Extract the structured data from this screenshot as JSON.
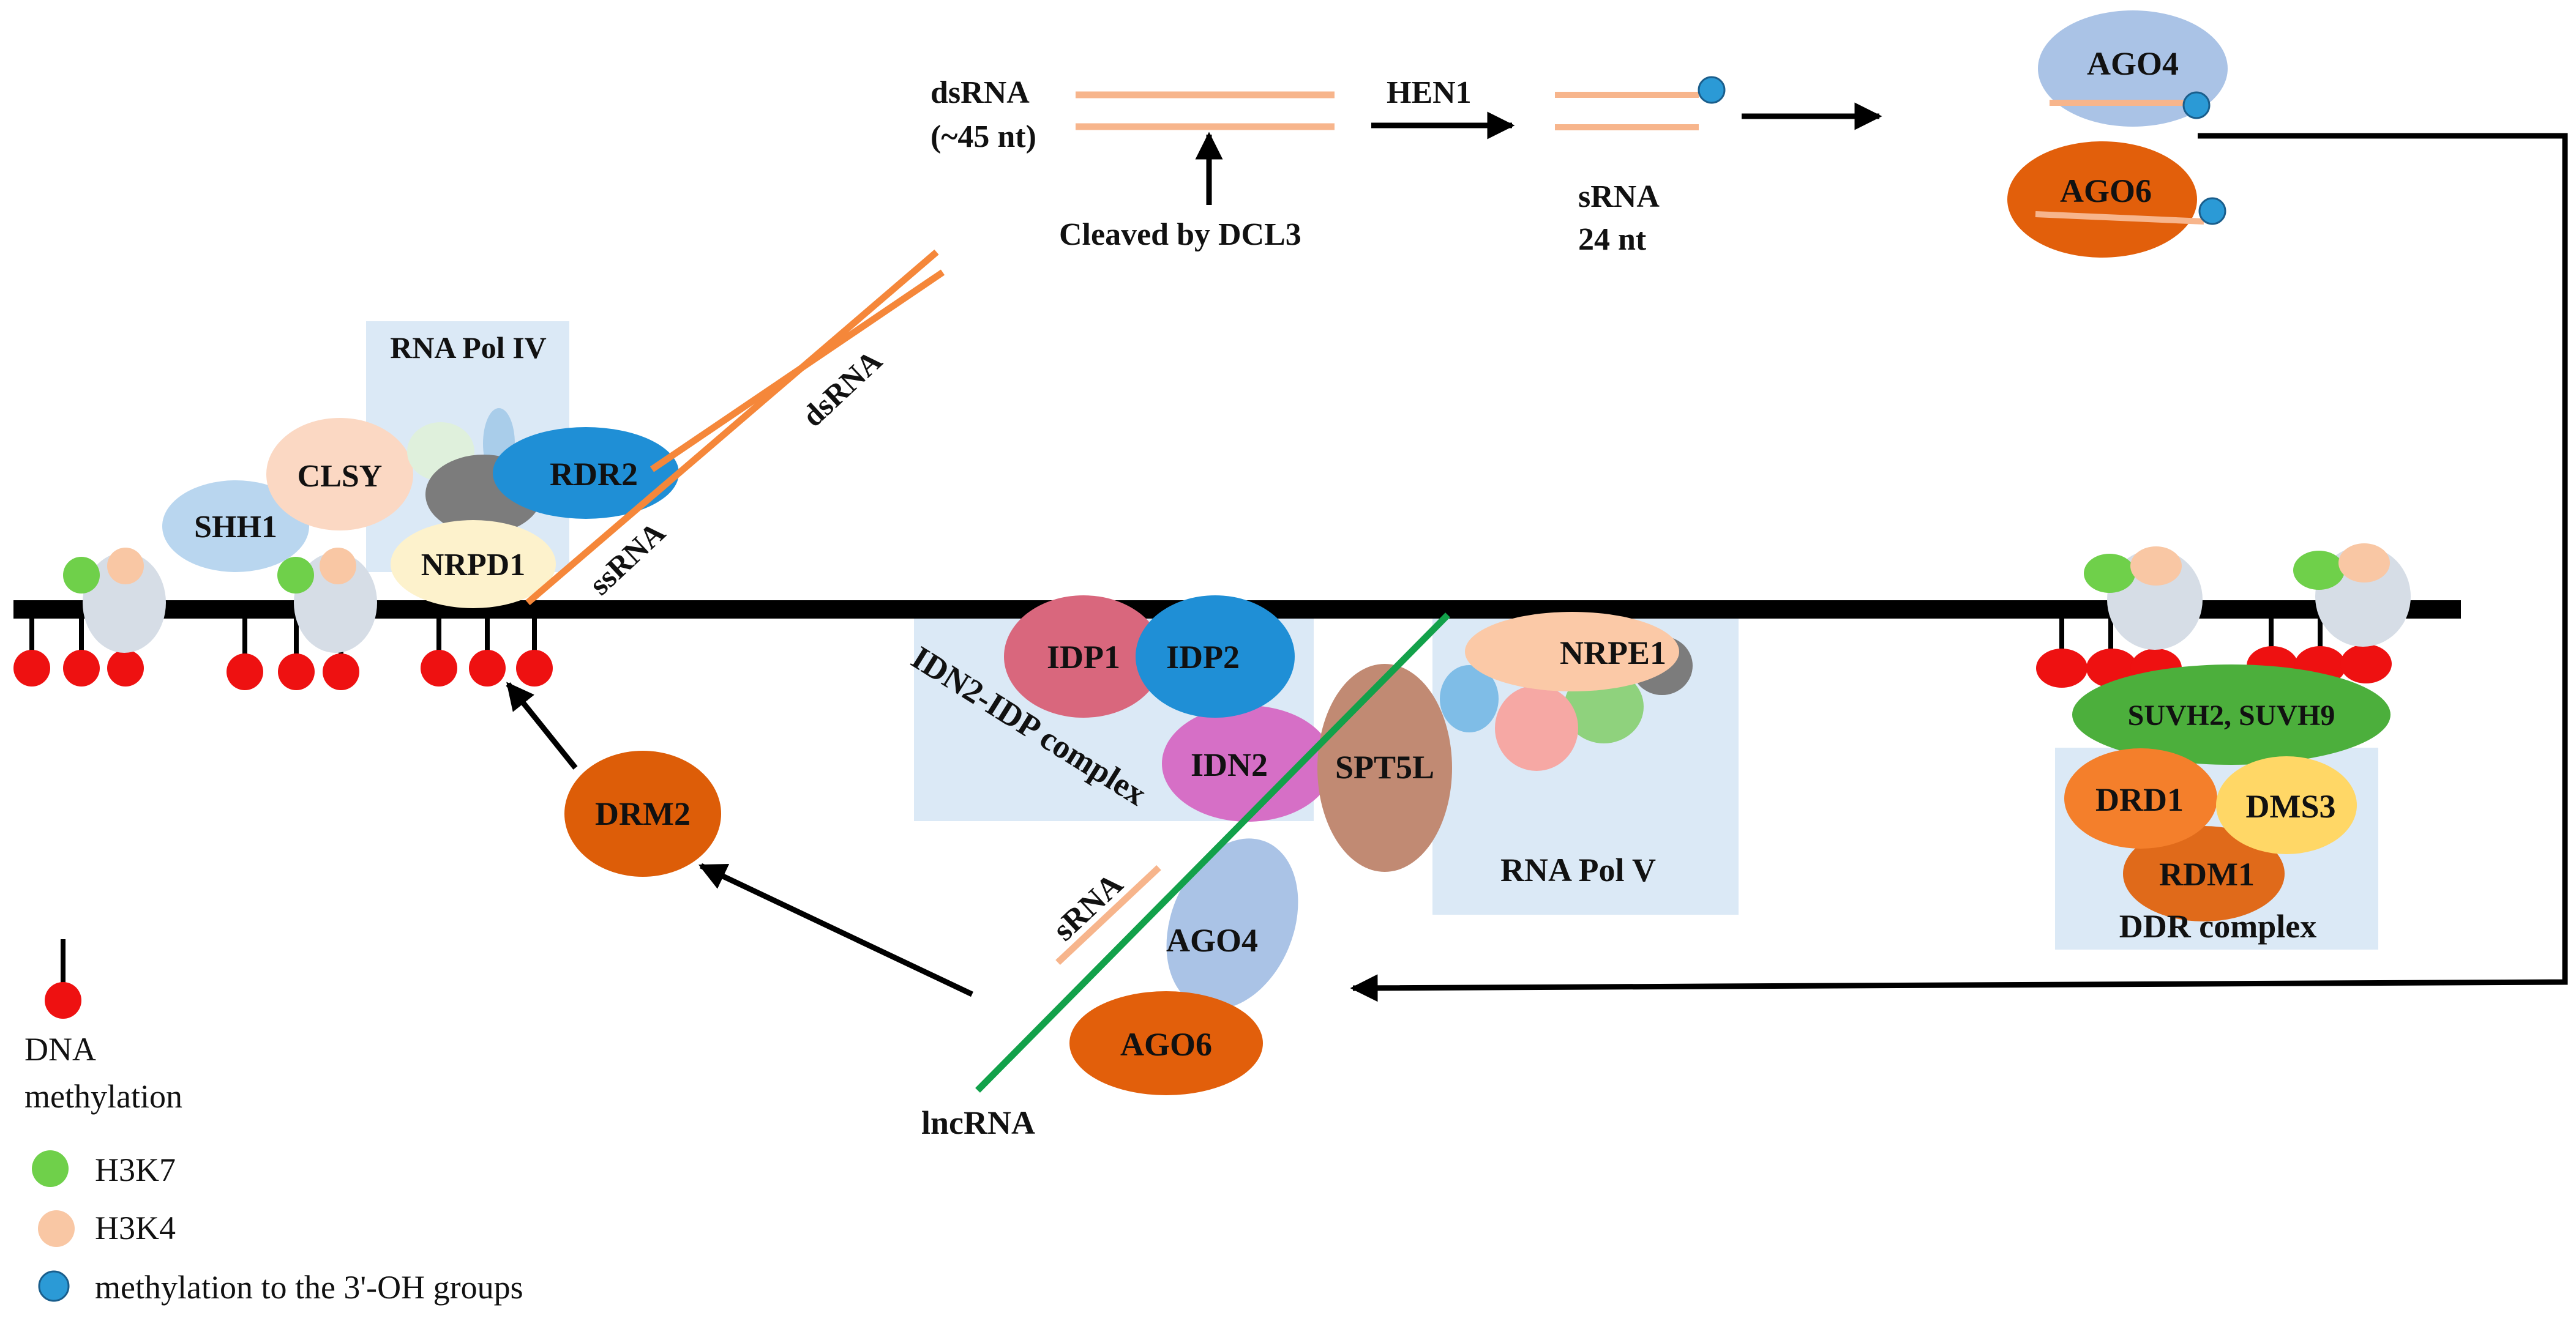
{
  "colors": {
    "dna_line": "#000000",
    "methyl": "#ee1111",
    "h3k_green": "#6fd04a",
    "h3k_peach": "#f9c7a4",
    "oh_blue": "#2b9ad6",
    "rna_peach": "#f7b58c",
    "rna_orange": "#f5873a",
    "lncrna": "#12a14a",
    "complex_box": "#dbe9f6",
    "ago4": "#aac3e6",
    "ago6": "#e25f0b",
    "drm2": "#dd5d08"
  },
  "top": {
    "dsrna_label_line1": "dsRNA",
    "dsrna_label_line2": "(~45 nt)",
    "dcl3_label": "Cleaved by DCL3",
    "hen1_label": "HEN1",
    "srna_label_line1": "sRNA",
    "srna_label_line2": "24 nt",
    "ago4_label": "AGO4",
    "ago6_label": "AGO6"
  },
  "pol4": {
    "box_label": "RNA Pol IV",
    "clsy": "CLSY",
    "shh1": "SHH1",
    "rdr2": "RDR2",
    "nrpd1": "NRPD1",
    "ssrna": "ssRNA",
    "dsrna": "dsRNA"
  },
  "drm2": {
    "label": "DRM2"
  },
  "idn": {
    "idp1": "IDP1",
    "idp2": "IDP2",
    "idn2": "IDN2",
    "complex_label": "IDN2-IDP complex"
  },
  "pol5": {
    "spt5l": "SPT5L",
    "nrpe1": "NRPE1",
    "box_label": "RNA Pol V"
  },
  "bottom": {
    "srna": "sRNA",
    "ago4": "AGO4",
    "ago6": "AGO6",
    "lncrna": "lncRNA"
  },
  "ddr": {
    "suvh": "SUVH2, SUVH9",
    "drd1": "DRD1",
    "dms3": "DMS3",
    "rdm1": "RDM1",
    "complex_label": "DDR complex"
  },
  "legend": {
    "dna_methylation_line1": "DNA",
    "dna_methylation_line2": "methylation",
    "h3k7": "H3K7",
    "h3k4": "H3K4",
    "oh_methylation": "methylation to the 3'-OH groups"
  }
}
